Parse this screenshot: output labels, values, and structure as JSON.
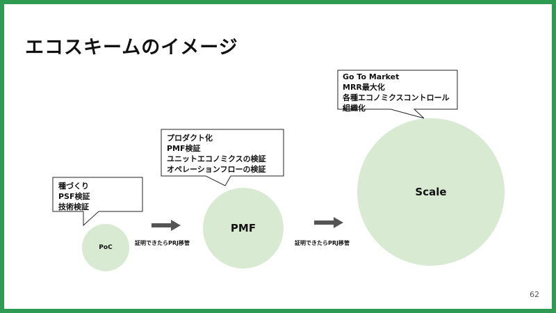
{
  "slide": {
    "title": "エコスキームのイメージ",
    "page_number": "62",
    "accent_color": "#2e9a52",
    "circle_color": "#d9ead3"
  },
  "stages": [
    {
      "label": "PoC",
      "callout": [
        "種づくり",
        "PSF検証",
        "技術検証"
      ]
    },
    {
      "label": "PMF",
      "callout": [
        "プロダクト化",
        "PMF検証",
        "ユニットエコノミクスの検証",
        "オペレーションフローの検証"
      ]
    },
    {
      "label": "Scale",
      "callout": [
        "Go To Market",
        "MRR最大化",
        "各種エコノミクスコントロール",
        "組織化"
      ]
    }
  ],
  "transitions": [
    {
      "label": "証明できたらPRJ移管",
      "icon": "right-arrow-icon"
    },
    {
      "label": "証明できたらPRJ移管",
      "icon": "right-arrow-icon"
    }
  ]
}
